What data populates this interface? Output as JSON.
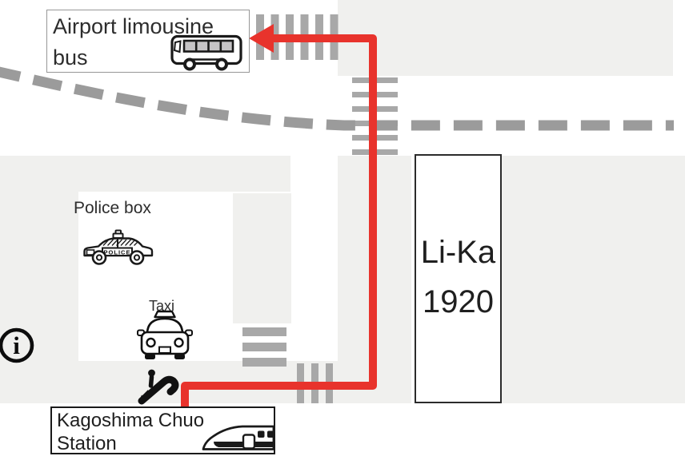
{
  "labels": {
    "airport_bus": {
      "line1": "Airport limousine",
      "line2": "bus"
    },
    "police_box": "Police box",
    "police_car_text": "POLICE",
    "taxi": "Taxi",
    "building": {
      "line1": "Li-Ka",
      "line2": "1920"
    },
    "station": {
      "line1": "Kagoshima Chuo",
      "line2": "Station"
    },
    "info_symbol": "i"
  },
  "colors": {
    "route_red": "#e8332c",
    "block_gray": "#f0f0ee",
    "crosswalk_gray": "#a8a8a8",
    "road_dash_gray": "#9b9b9b",
    "text": "#2d2d2d"
  },
  "icons": [
    "bus-icon",
    "police-car-icon",
    "taxi-icon",
    "escalator-icon",
    "shinkansen-icon",
    "info-icon",
    "route-arrow-icon"
  ]
}
